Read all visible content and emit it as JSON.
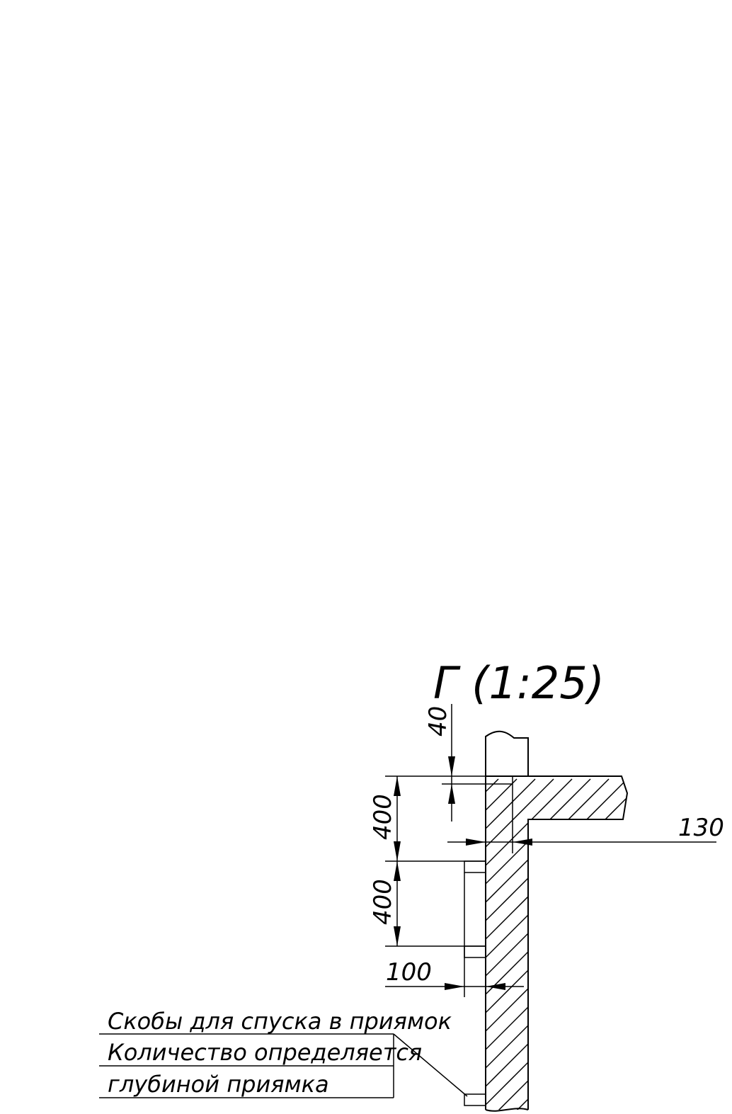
{
  "view_title": "Г (1:25)",
  "dimensions": {
    "top_gap": "40",
    "spacing_1": "400",
    "spacing_2": "400",
    "bracket_offset": "100",
    "wall_thickness": "130"
  },
  "note": {
    "line1": "Скобы для спуска в приямок",
    "line2": "Количество определяется",
    "line3": "глубиной приямка"
  }
}
